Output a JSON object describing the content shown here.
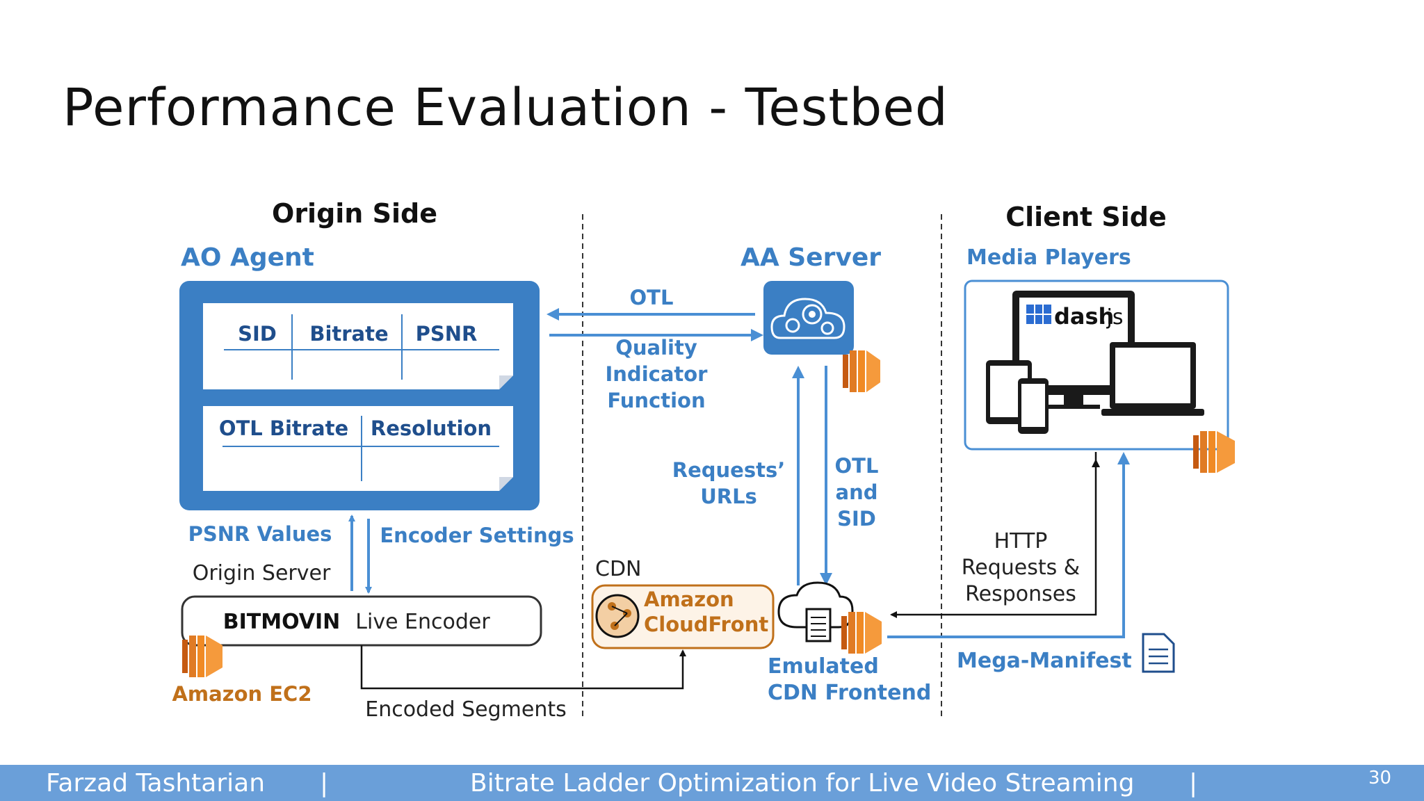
{
  "slide": {
    "title": "Performance Evaluation - Testbed"
  },
  "diagram": {
    "origin_side": "Origin Side",
    "client_side": "Client Side",
    "ao_agent": "AO Agent",
    "aa_server": "AA Server",
    "media_players": "Media Players",
    "table1": {
      "col1": "SID",
      "col2": "Bitrate",
      "col3": "PSNR"
    },
    "table2": {
      "col1": "OTL Bitrate",
      "col2": "Resolution"
    },
    "otl": "OTL",
    "quality_indicator": [
      "Quality",
      "Indicator",
      "Function"
    ],
    "psnr_values": "PSNR Values",
    "encoder_settings": "Encoder Settings",
    "origin_server": "Origin Server",
    "bitmovin": "BITMOVIN",
    "live_encoder": "Live Encoder",
    "amazon_ec2": "Amazon EC2",
    "encoded_segments": "Encoded Segments",
    "cdn": "CDN",
    "cloudfront": [
      "Amazon",
      "CloudFront"
    ],
    "requests_urls": [
      "Requests’",
      "URLs"
    ],
    "otl_and_sid": [
      "OTL",
      "and",
      "SID"
    ],
    "emulated_cdn": [
      "Emulated",
      "CDN Frontend"
    ],
    "http_requests": [
      "HTTP",
      "Requests &",
      "Responses"
    ],
    "mega_manifest": "Mega-Manifest",
    "dashjs": "dash",
    "dashjs_suffix": ".js",
    "colors": {
      "blue_dark": "#1f4e8c",
      "blue_mid": "#3b7fc4",
      "blue_arrow": "#4a8fd4",
      "orange": "#c0701a",
      "orange_icon": "#f08a24"
    }
  },
  "footer": {
    "author": "Farzad Tashtarian",
    "separator": "|",
    "talk_title": "Bitrate Ladder Optimization for Live Video Streaming",
    "page_number": "30"
  }
}
